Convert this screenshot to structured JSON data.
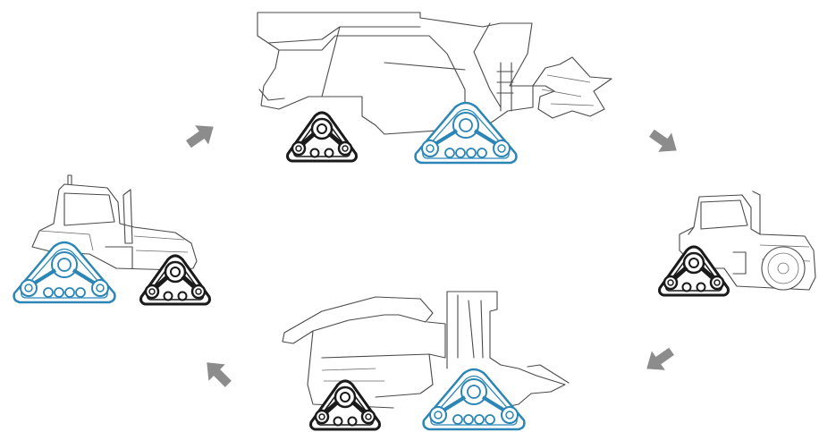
{
  "colors": {
    "background": "#ffffff",
    "outline": "#4a4a4a",
    "track_black": "#1a1a1a",
    "track_blue": "#2b86b6",
    "arrow": "#8c8c8c"
  },
  "icons": {
    "arrows": [
      "arrow-right-down-icon",
      "arrow-left-down-icon",
      "arrow-left-up-icon",
      "arrow-right-up-icon"
    ]
  },
  "machines": [
    {
      "name": "combine-harvester",
      "tracks": [
        "black",
        "blue"
      ]
    },
    {
      "name": "tractor",
      "tracks": [
        "black"
      ]
    },
    {
      "name": "forage-harvester",
      "tracks": [
        "black",
        "blue"
      ]
    },
    {
      "name": "large-tractor",
      "tracks": [
        "blue",
        "black"
      ]
    }
  ]
}
